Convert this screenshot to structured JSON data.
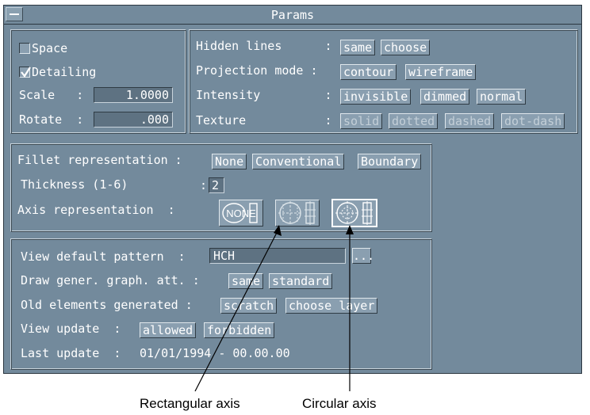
{
  "window": {
    "title": "Params"
  },
  "view_panel": {
    "space_label": "Space",
    "space_checked": false,
    "detailing_label": "Detailing",
    "detailing_checked": true,
    "scale_label": "Scale   :",
    "scale_value": "1.0000",
    "rotate_label": "Rotate  :",
    "rotate_value": ".000"
  },
  "display_panel": {
    "hidden_lines_label": "Hidden lines      :",
    "hidden_same": "same",
    "hidden_choose": "choose",
    "projection_label": "Projection mode :",
    "projection_contour": "contour",
    "projection_wireframe": "wireframe",
    "intensity_label": "Intensity         :",
    "intensity_invisible": "invisible",
    "intensity_dimmed": "dimmed",
    "intensity_normal": "normal",
    "texture_label": "Texture           :",
    "texture_solid": "solid",
    "texture_dotted": "dotted",
    "texture_dashed": "dashed",
    "texture_dotdash": "dot-dash"
  },
  "fillet_panel": {
    "fillet_label": "Fillet representation :",
    "fillet_none": "None",
    "fillet_conventional": "Conventional",
    "fillet_boundary": "Boundary",
    "thickness_label": "Thickness (1-6)",
    "thickness_colon": ":",
    "thickness_value": "2",
    "axis_label": "Axis representation  :",
    "axis_none": "NONE"
  },
  "default_panel": {
    "pattern_label": "View default pattern  :",
    "pattern_value": "HCH",
    "pattern_more": "...",
    "draw_label": "Draw gener. graph. att. :",
    "draw_same": "same",
    "draw_standard": "standard",
    "old_label": "Old elements generated :",
    "old_scratch": "scratch",
    "old_choose": "choose layer",
    "update_label": "View update  :",
    "update_allowed": "allowed",
    "update_forbidden": "forbidden",
    "last_label": "Last update  :",
    "last_value": "01/01/1994 - 00.00.00"
  },
  "annotations": {
    "rectangular": "Rectangular axis",
    "circular": "Circular axis"
  }
}
